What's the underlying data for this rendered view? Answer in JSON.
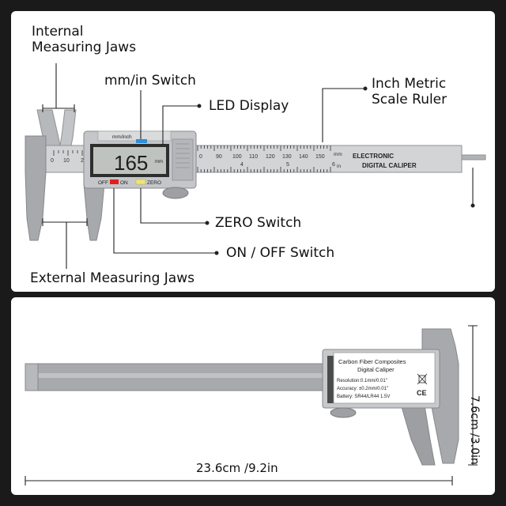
{
  "callouts": {
    "internal_jaws": [
      "Internal",
      "Measuring Jaws"
    ],
    "mm_in_switch": "mm/in Switch",
    "led_display": "LED Display",
    "inch_metric_ruler": [
      "Inch Metric",
      "Scale Ruler"
    ],
    "zero_switch": "ZERO Switch",
    "on_off_switch": "ON / OFF Switch",
    "external_jaws": "External Measuring Jaws"
  },
  "caliper_front": {
    "mm_inch_label": "mm/inch",
    "display_reading": "165",
    "display_unit": "mm",
    "off_label": "OFF",
    "on_label": "ON",
    "zero_label": "ZERO",
    "scale_mm_label": "mm",
    "scale_in_label": "in",
    "brand_line1": "ELECTRONIC",
    "brand_line2": "DIGITAL CALIPER",
    "mm_ticks_left": [
      "0",
      "10",
      "2"
    ],
    "mm_ticks_right": [
      "0",
      "90",
      "100",
      "110",
      "120",
      "130",
      "140",
      "150"
    ],
    "inch_ticks": [
      "4",
      "5",
      "6"
    ]
  },
  "caliper_back": {
    "label_line1": "Carbon Fiber Composites",
    "label_line2": "Digital Caliper",
    "resolution": "Resolution:0.1mm/0.01\"",
    "accuracy": "Accuracy: ±0.2mm/0.01\"",
    "battery": "Battery: SR44/LR44 1.5V",
    "ce_mark": "CE"
  },
  "dimensions": {
    "length": "23.6cm /9.2in",
    "height": "7.6cm /3.0in"
  },
  "colors": {
    "body_gray": "#a7a9ac",
    "body_light": "#d7d8da",
    "switch_blue": "#2f8fd8",
    "switch_red": "#e0201c",
    "switch_yellow": "#f1e27a",
    "lcd_bg": "#bfc3bf"
  }
}
